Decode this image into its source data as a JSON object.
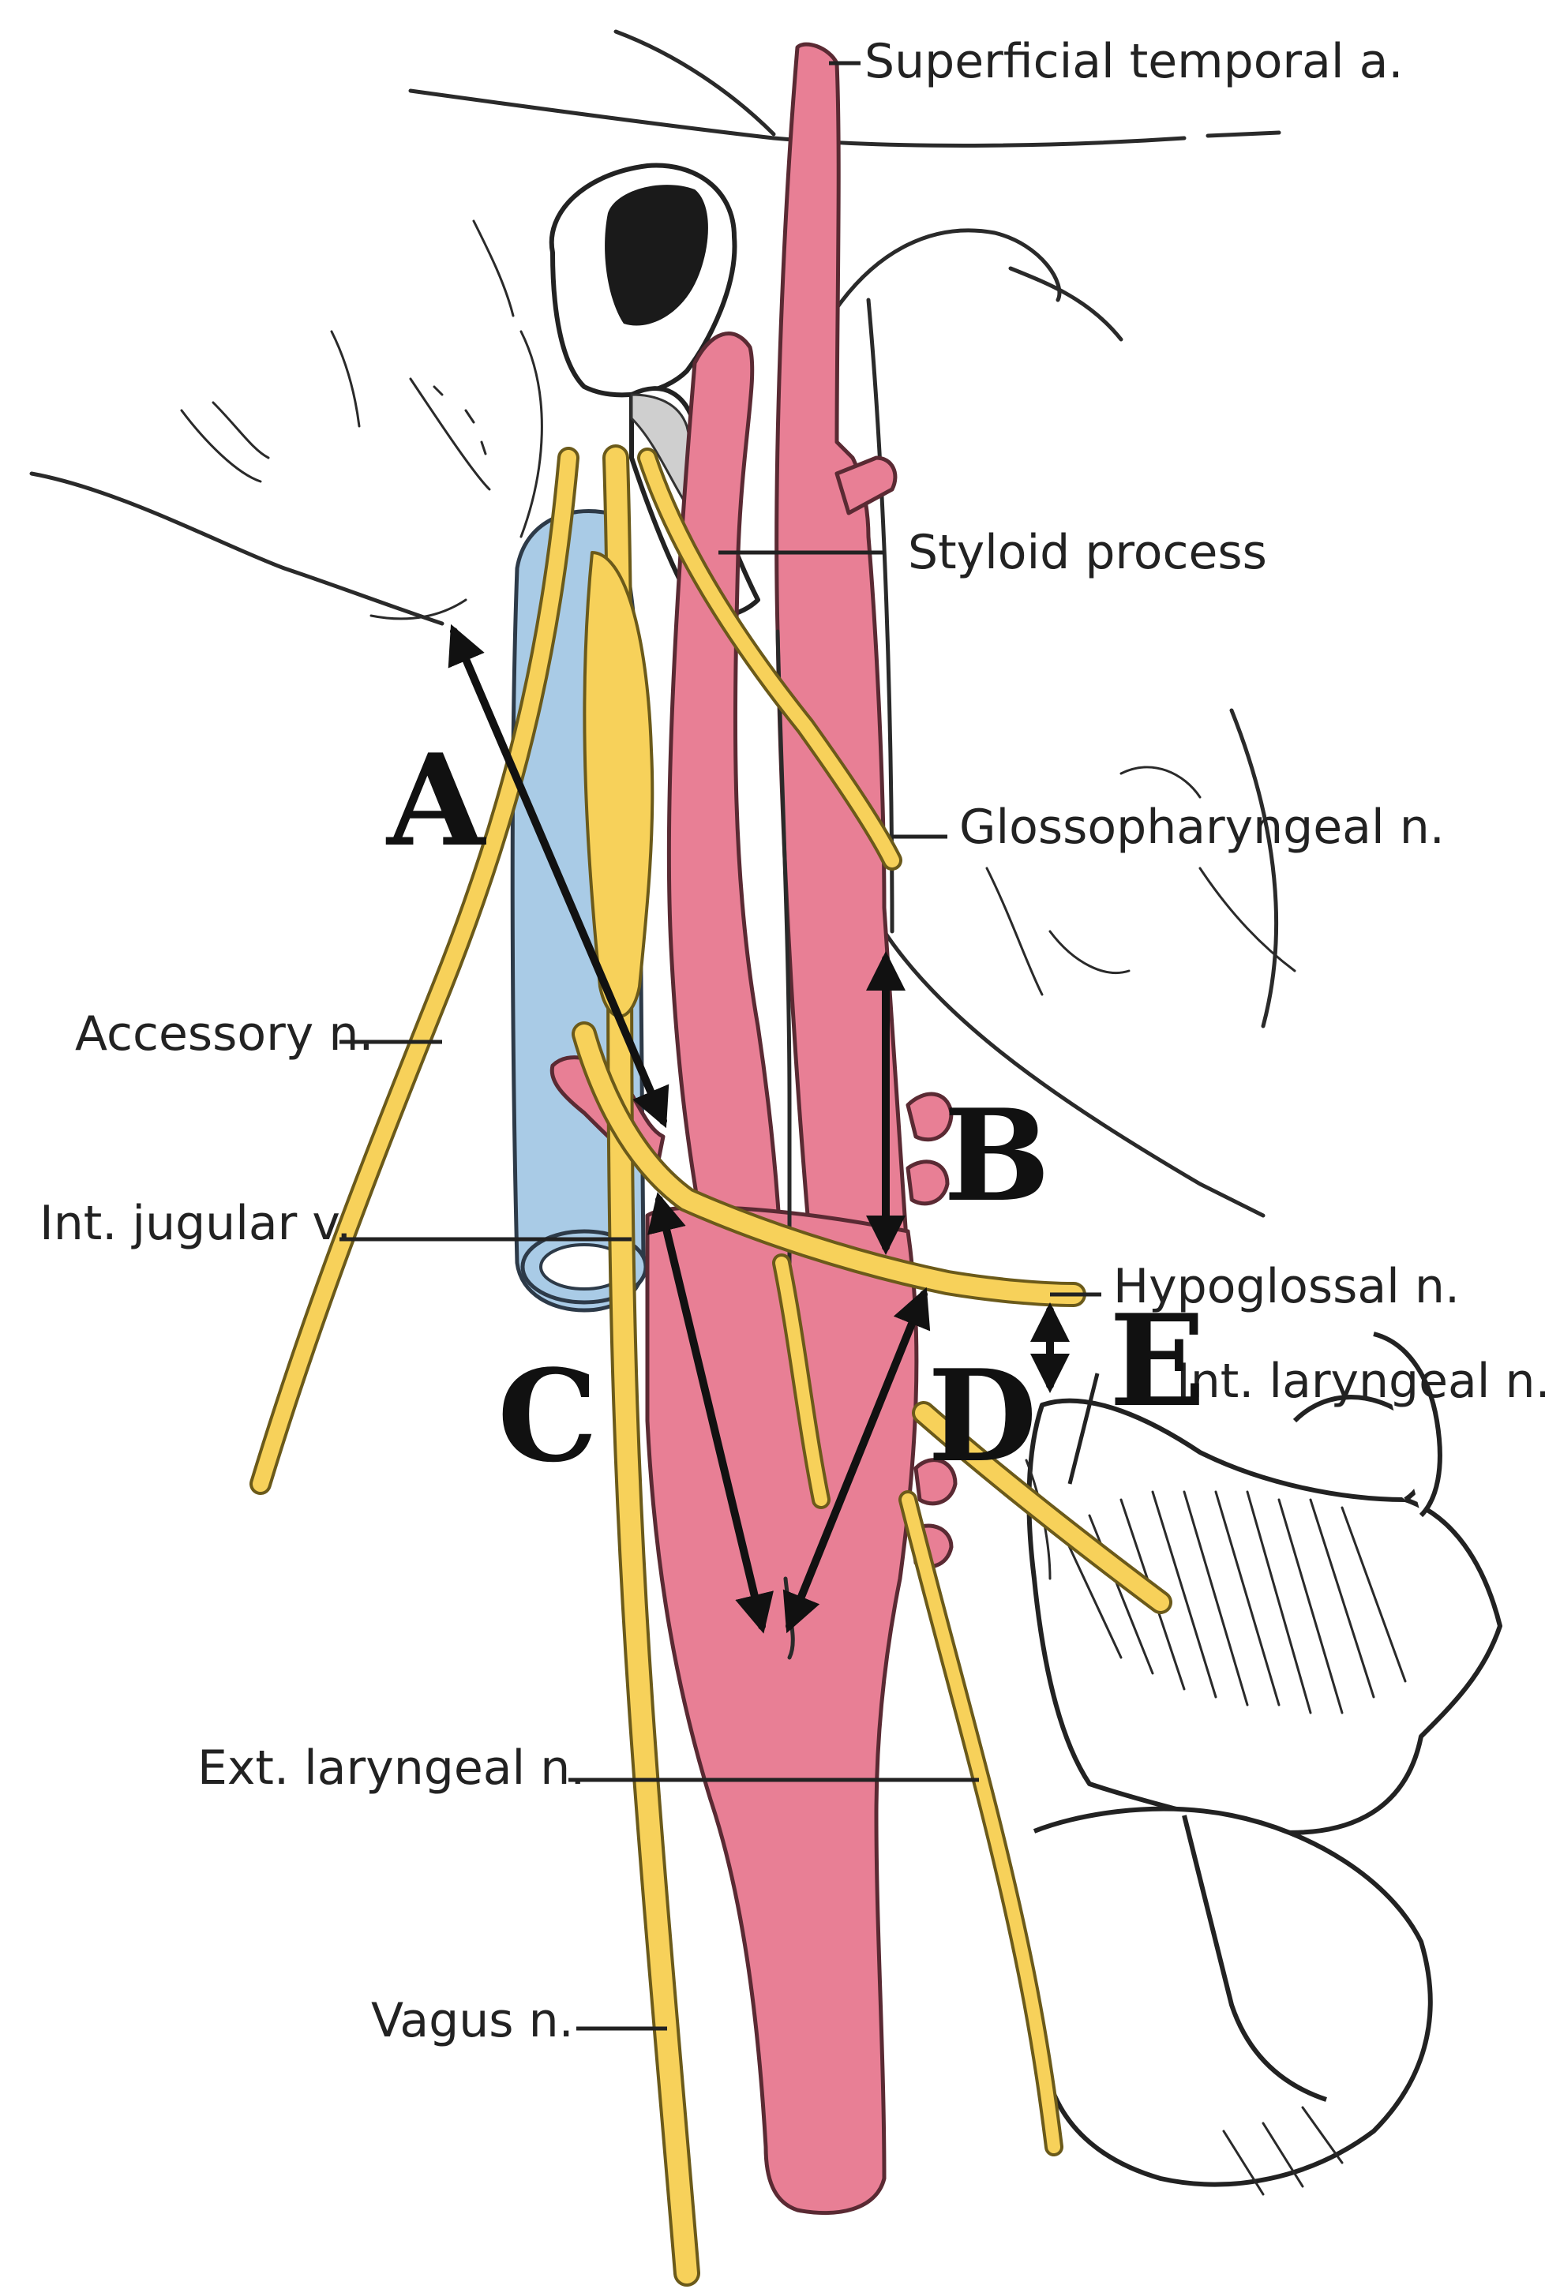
{
  "labels": {
    "superficial_temporal": "Superficial temporal a.",
    "styloid_process": "Styloid process",
    "glossopharyngeal": "Glossopharyngeal n.",
    "accessory": "Accessory n.",
    "int_jugular": "Int. jugular v.",
    "hypoglossal": "Hypoglossal n.",
    "int_laryngeal": "Int. laryngeal n.",
    "ext_laryngeal": "Ext. laryngeal n.",
    "vagus": "Vagus n."
  },
  "markers": {
    "a": "A",
    "b": "B",
    "c": "C",
    "d": "D",
    "e": "E"
  },
  "colors": {
    "artery": "#e87f95",
    "nerve": "#f7d15a",
    "vein": "#a9cbe6",
    "outline": "#222222"
  }
}
